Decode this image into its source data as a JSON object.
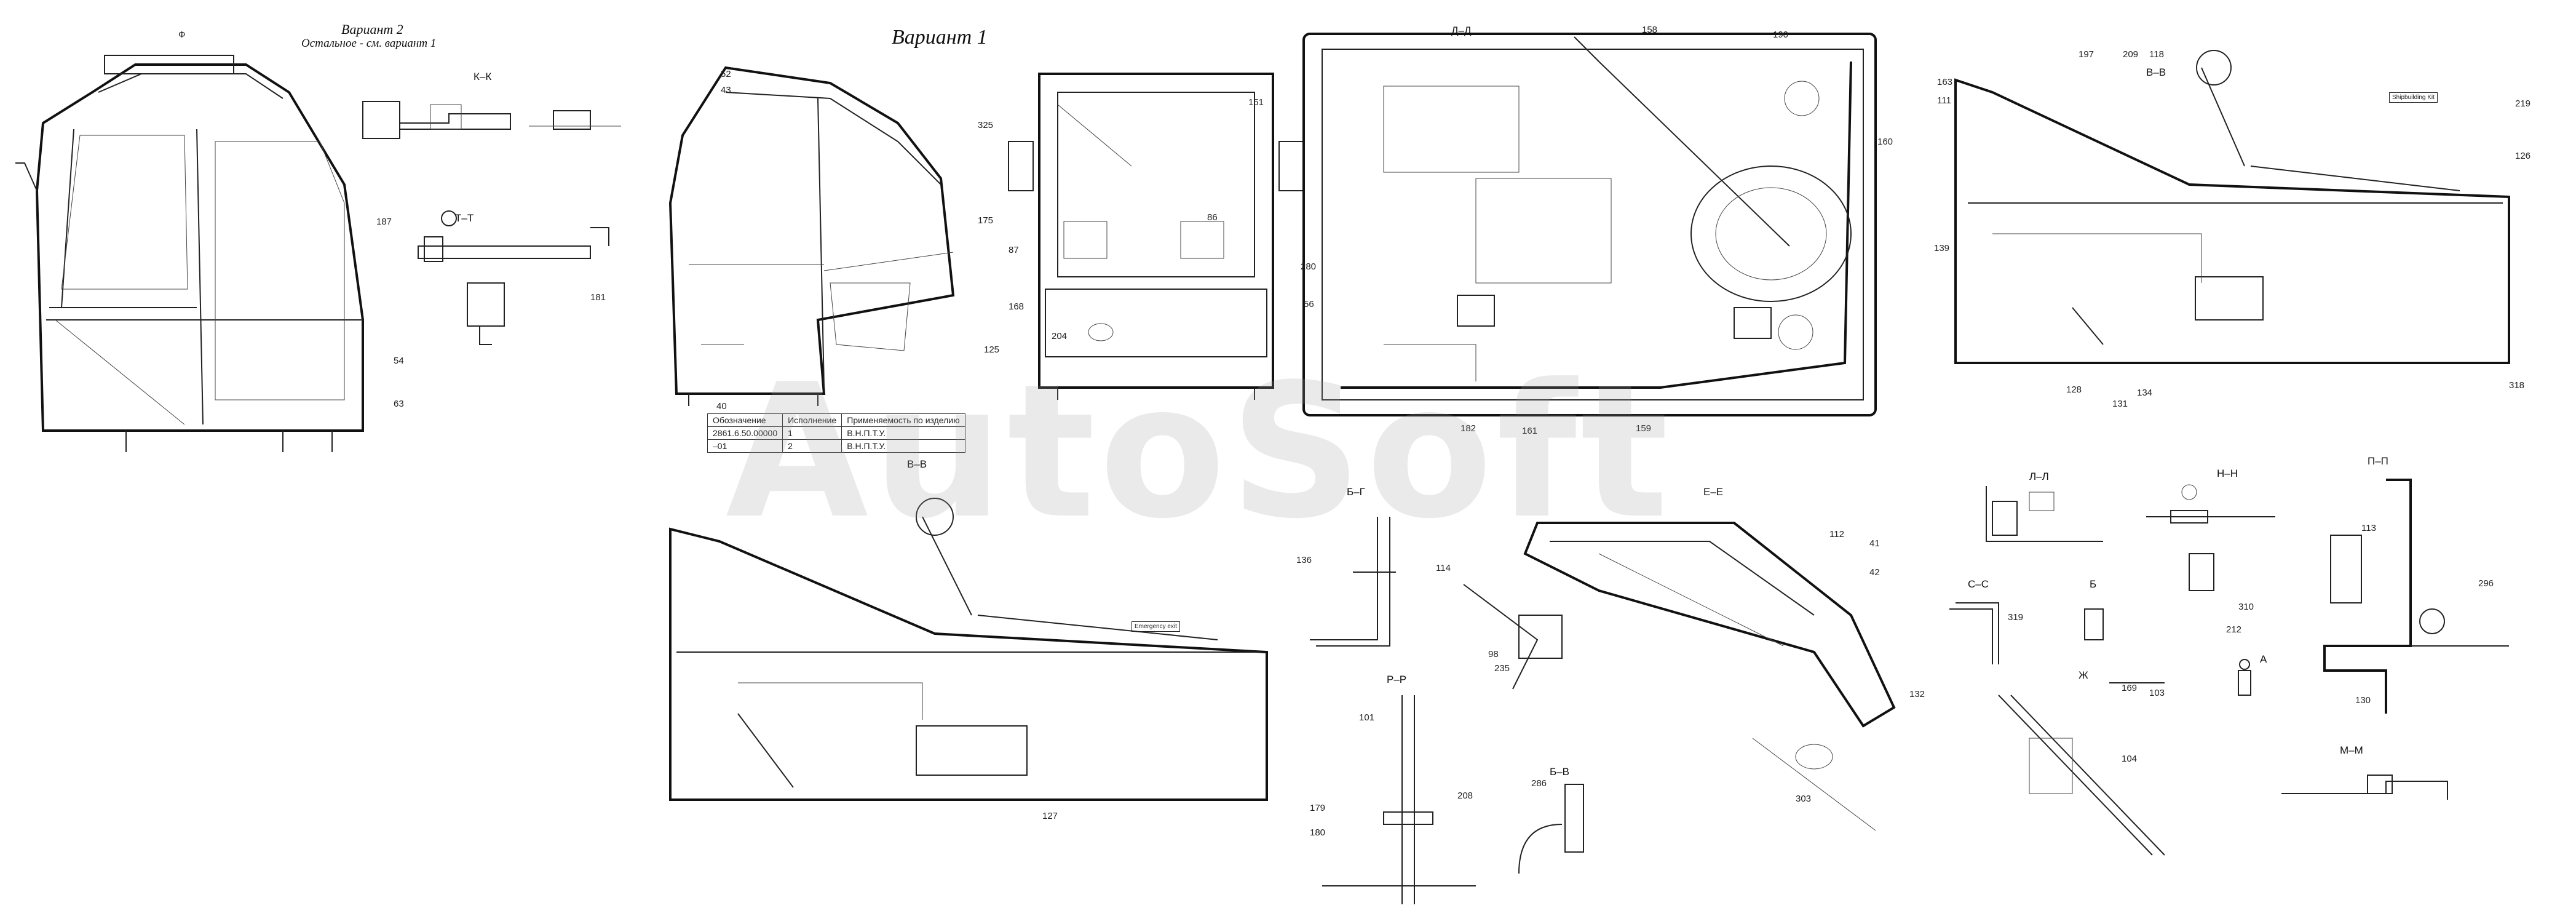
{
  "titles": {
    "variant2": "Вариант 2",
    "variant2_note": "Остальное - см. вариант 1",
    "variant1": "Вариант 1"
  },
  "watermark": "AutoSoft",
  "sections": {
    "kk": "К–К",
    "tt": "Т–Т",
    "dd": "Д–Д",
    "vv_top": "В–В",
    "vv_bottom": "В–В",
    "gg": "Б–Г",
    "ee": "Е–Е",
    "rr": "Р–Р",
    "bv": "Б–В",
    "ll": "Л–Л",
    "nn": "Н–Н",
    "pp": "П–П",
    "ss": "С–С",
    "b": "Б",
    "zh": "Ж",
    "a": "А",
    "mm": "М–М"
  },
  "table": {
    "headers": [
      "Обозначение",
      "Исполнение",
      "Применяемость по изделию"
    ],
    "rows": [
      [
        "2861.6.50.00000",
        "1",
        "В.Н.П.Т.У."
      ],
      [
        "–01",
        "2",
        "В.Н.П.Т.У."
      ]
    ]
  },
  "callouts": [
    {
      "id": "c1",
      "text": "Ф"
    },
    {
      "id": "c2",
      "text": "187"
    },
    {
      "id": "c3",
      "text": "54"
    },
    {
      "id": "c4",
      "text": "63"
    },
    {
      "id": "c5",
      "text": "181"
    },
    {
      "id": "c6",
      "text": "52"
    },
    {
      "id": "c7",
      "text": "43"
    },
    {
      "id": "c8",
      "text": "40"
    },
    {
      "id": "c9",
      "text": "325"
    },
    {
      "id": "c10",
      "text": "175"
    },
    {
      "id": "c11",
      "text": "125"
    },
    {
      "id": "c12",
      "text": "151"
    },
    {
      "id": "c13",
      "text": "86"
    },
    {
      "id": "c14",
      "text": "87"
    },
    {
      "id": "c15",
      "text": "168"
    },
    {
      "id": "c16",
      "text": "204"
    },
    {
      "id": "c17",
      "text": "190"
    },
    {
      "id": "c18",
      "text": "158"
    },
    {
      "id": "c19",
      "text": "159"
    },
    {
      "id": "c20",
      "text": "160"
    },
    {
      "id": "c21",
      "text": "280"
    },
    {
      "id": "c22",
      "text": "56"
    },
    {
      "id": "c23",
      "text": "182"
    },
    {
      "id": "c24",
      "text": "161"
    },
    {
      "id": "c25",
      "text": "118"
    },
    {
      "id": "c26",
      "text": "219"
    },
    {
      "id": "c27",
      "text": "126"
    },
    {
      "id": "c28",
      "text": "139"
    },
    {
      "id": "c29",
      "text": "128"
    },
    {
      "id": "c30",
      "text": "131"
    },
    {
      "id": "c31",
      "text": "134"
    },
    {
      "id": "c32",
      "text": "318"
    },
    {
      "id": "c33",
      "text": "163"
    },
    {
      "id": "c34",
      "text": "111"
    },
    {
      "id": "c35",
      "text": "197"
    },
    {
      "id": "c36",
      "text": "209"
    },
    {
      "id": "c37",
      "text": "136"
    },
    {
      "id": "c38",
      "text": "101"
    },
    {
      "id": "c39",
      "text": "179"
    },
    {
      "id": "c40",
      "text": "180"
    },
    {
      "id": "c41",
      "text": "208"
    },
    {
      "id": "c42",
      "text": "286"
    },
    {
      "id": "c43",
      "text": "112"
    },
    {
      "id": "c44",
      "text": "41"
    },
    {
      "id": "c45",
      "text": "42"
    },
    {
      "id": "c46",
      "text": "303"
    },
    {
      "id": "c47",
      "text": "113"
    },
    {
      "id": "c48",
      "text": "296"
    },
    {
      "id": "c49",
      "text": "130"
    },
    {
      "id": "c50",
      "text": "319"
    },
    {
      "id": "c51",
      "text": "169"
    },
    {
      "id": "c52",
      "text": "103"
    },
    {
      "id": "c53",
      "text": "104"
    },
    {
      "id": "c54",
      "text": "310"
    },
    {
      "id": "c55",
      "text": "212"
    },
    {
      "id": "c56",
      "text": "127"
    },
    {
      "id": "c57",
      "text": "132"
    },
    {
      "id": "c58",
      "text": "114"
    },
    {
      "id": "c59",
      "text": "98"
    },
    {
      "id": "c60",
      "text": "235"
    }
  ],
  "plates": {
    "p1": "Shipbuilding Kit",
    "p2": "Emergency exit"
  }
}
